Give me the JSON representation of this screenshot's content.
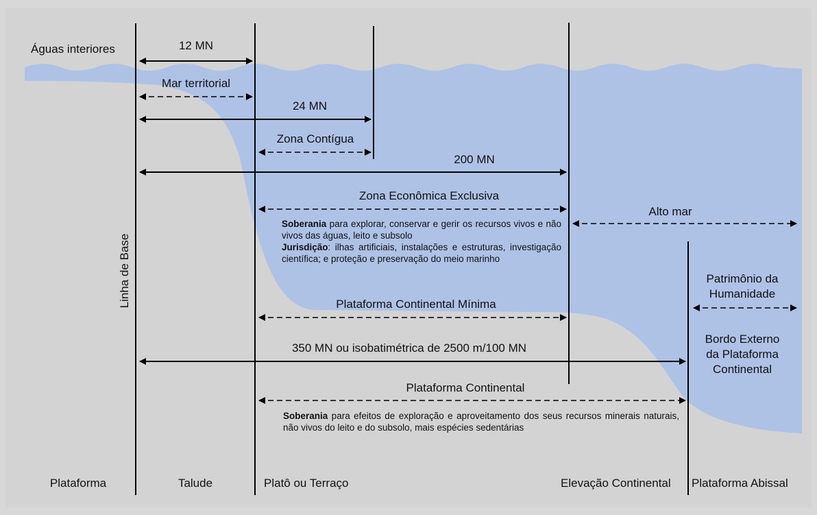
{
  "labels": {
    "aguas_interiores": "Águas interiores",
    "nm12": "12 MN",
    "mar_territorial": "Mar territorial",
    "nm24": "24 MN",
    "zona_contigua": "Zona Contígua",
    "nm200": "200 MN",
    "zee": "Zona Econômica Exclusiva",
    "alto_mar": "Alto mar",
    "linha_base": "Linha de Base",
    "pc_minima": "Plataforma Continental Mínima",
    "nm350": "350 MN ou isobatimétrica de 2500 m/100 MN",
    "pc": "Plataforma Continental",
    "patrimonio_1": "Patrimônio da",
    "patrimonio_2": "Humanidade",
    "bordo_1": "Bordo Externo",
    "bordo_2": "da Plataforma",
    "bordo_3": "Continental"
  },
  "zee_text": {
    "soberania_bold": "Soberania",
    "soberania_rest": " para explorar, conservar e gerir os recursos vivos e não vivos das águas, leito e subsolo",
    "jurisdicao_bold": "Jurisdição",
    "jurisdicao_rest": ": ilhas artificiais, instalações e estruturas, investigação científica; e proteção e preservação do meio marinho"
  },
  "pc_text": {
    "soberania_bold": "Soberania",
    "soberania_rest": " para efeitos de exploração e aproveitamento dos seus recursos minerais naturais, não vivos do leito e do subsolo, mais espécies sedentárias"
  },
  "bottom": {
    "plataforma": "Plataforma",
    "talude": "Talude",
    "plato": "Platô ou Terraço",
    "elevacao": "Elevação Continental",
    "abissal": "Plataforma Abissal"
  },
  "colors": {
    "water": "#aec2e6",
    "seabed": "#d3d3d3",
    "background": "#d8d8d8",
    "lines": "#000000"
  }
}
